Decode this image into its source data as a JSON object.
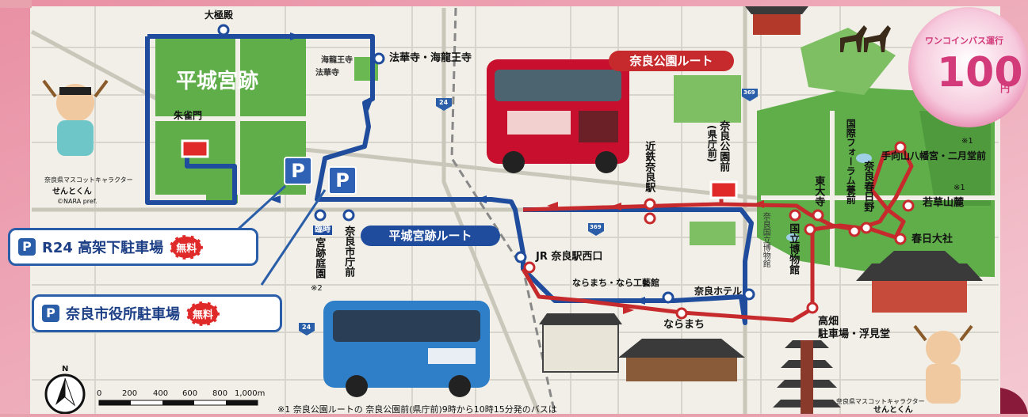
{
  "title_area": {
    "heading": "平城宮跡"
  },
  "stations": {
    "daigokuden": "大極殿",
    "hokkeji_kairyuoji": "法華寺・海龍王寺",
    "kairyuoji": "海龍王寺",
    "hokkeji": "法華寺",
    "suzakumon": "朱雀門",
    "kintetsu_nara": "近鉄奈良駅",
    "nara_koen_mae": "奈良公園前",
    "kencho_mae": "(県庁前)",
    "jr_nara_nishiguchi": "JR 奈良駅西口",
    "naramachi_kogeikan": "ならまち・なら工藝館",
    "naramachi": "ならまち",
    "nara_hotel": "奈良ホテル",
    "kokuritsu_hakubutsukan": "国立博物館",
    "nara_kokuritsu_hakubutsukan": "奈良国立博物館",
    "todaiji": "東大寺",
    "nara_kasugano": "奈良春日野",
    "kokusai_forum": "国際フォーラム甍前",
    "tamukeyama": "手向山八幡宮・二月堂前",
    "wakakusayama": "若草山麓",
    "kasuga_taisha": "春日大社",
    "takabatake": "高畑",
    "takabatake2": "駐車場・浮見堂",
    "miyaato_teien": "宮跡庭園",
    "rinji": "臨時",
    "nara_shiyakusho_mae": "奈良市庁前"
  },
  "routes": {
    "heijo_route": "平城宮跡ルート",
    "nara_koen_route": "奈良公園ルート"
  },
  "parking": {
    "r24": "R24 高架下駐車場",
    "shiyakusho": "奈良市役所駐車場",
    "free": "無料",
    "p": "P"
  },
  "badge": {
    "top": "ワンコインバス運行",
    "price": "100",
    "unit": "円"
  },
  "notes": {
    "n1": "※1",
    "n2": "※2",
    "footer": "※1 奈良公園ルートの 奈良公園前(県庁前)9時から10時15分発のバスは"
  },
  "mascot": {
    "name": "せんとくん",
    "caption": "奈良県マスコットキャラクター",
    "copyright": "©NARA pref."
  },
  "scale": {
    "labels": [
      "0",
      "200",
      "400",
      "600",
      "800",
      "1,000m"
    ],
    "north": "N"
  },
  "roads": {
    "r24a": "24",
    "r24b": "24",
    "r369a": "369",
    "r369b": "369"
  },
  "colors": {
    "heijo": "#1f4c9c",
    "nara_koen": "#c62a2d",
    "green": "#5fae4a",
    "map_bg": "#f1efe7"
  }
}
